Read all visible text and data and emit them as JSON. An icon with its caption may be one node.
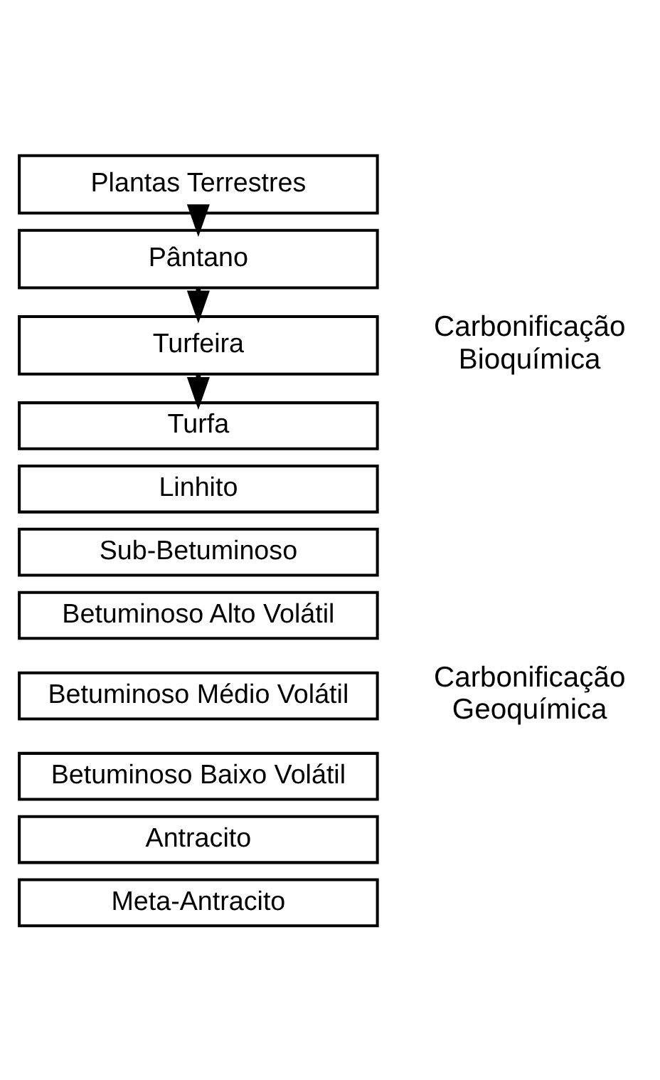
{
  "diagram": {
    "nodes": [
      {
        "text": [
          "Plantas Terrestres"
        ]
      },
      {
        "text": [
          "Pântano"
        ]
      },
      {
        "text": [
          "Turfeira"
        ]
      },
      {
        "text": [
          "Turfa"
        ]
      },
      {
        "text": [
          "Linhito"
        ]
      },
      {
        "text": [
          "Sub-Betuminoso"
        ]
      },
      {
        "text": [
          "Betuminoso Alto Volátil"
        ]
      },
      {
        "text": [
          "Betuminoso Médio Volátil"
        ]
      },
      {
        "text": [
          "Betuminoso Baixo Volátil"
        ]
      },
      {
        "text": [
          "Antracito"
        ]
      },
      {
        "text": [
          "Meta-Antracito"
        ]
      }
    ],
    "edges": [
      {
        "from": 0,
        "to": 1,
        "arrow": "to"
      },
      {
        "from": 1,
        "to": 2,
        "arrow": "to"
      },
      {
        "from": 2,
        "to": 3,
        "arrow": "to"
      }
    ],
    "labels": [
      "Carbonificação Bioquímica",
      "Carbonificação Geoquímica"
    ]
  }
}
